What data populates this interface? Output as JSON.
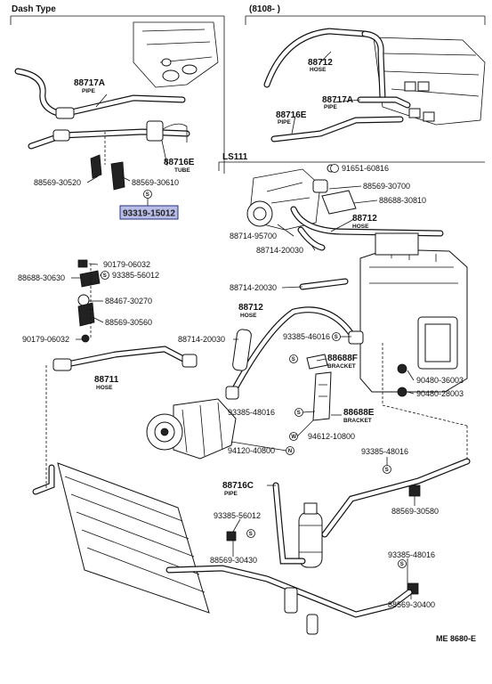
{
  "headers": {
    "dash_type": "Dash Type",
    "model_range": "(8108-      )",
    "ls111": "LS111"
  },
  "highlighted_part": "93319-15012",
  "footer_code": "ME  8680-E",
  "symbols": {
    "s": "S",
    "w": "W",
    "n": "N"
  },
  "labels": {
    "p88717A_top": {
      "num": "88717A",
      "name": "PIPE"
    },
    "p88716E_left": {
      "num": "88716E",
      "name": "TUBE"
    },
    "p88569_30520": {
      "num": "88569-30520"
    },
    "p88569_30610": {
      "num": "88569-30610"
    },
    "p88712_top": {
      "num": "88712",
      "name": "HOSE"
    },
    "p88717A_right": {
      "num": "88717A",
      "name": "PIPE"
    },
    "p88716E_right": {
      "num": "88716E",
      "name": "PIPE"
    },
    "p91651_60816": {
      "num": "91651-60816"
    },
    "p88569_30700": {
      "num": "88569-30700"
    },
    "p88688_30810": {
      "num": "88688-30810"
    },
    "p88712_mid": {
      "num": "88712",
      "name": "HOSE"
    },
    "p88714_95700": {
      "num": "88714-95700"
    },
    "p88714_20030_a": {
      "num": "88714-20030"
    },
    "p90179_06032_top": {
      "num": "90179-06032"
    },
    "p88688_30630": {
      "num": "88688-30630"
    },
    "p93385_56012_top": {
      "num": "93385-56012"
    },
    "p88467_30270": {
      "num": "88467-30270"
    },
    "p88569_30560": {
      "num": "88569-30560"
    },
    "p90179_06032_bot": {
      "num": "90179-06032"
    },
    "p88714_20030_b": {
      "num": "88714-20030"
    },
    "p88712_low": {
      "num": "88712",
      "name": "HOSE"
    },
    "p88714_20030_c": {
      "num": "88714-20030"
    },
    "p93385_46016": {
      "num": "93385-46016"
    },
    "p88688F": {
      "num": "88688F",
      "name": "BRACKET"
    },
    "p88711": {
      "num": "88711",
      "name": "HOSE"
    },
    "p90480_36003": {
      "num": "90480-36003"
    },
    "p90480_28003": {
      "num": "90480-28003"
    },
    "p93385_48016_a": {
      "num": "93385-48016"
    },
    "p88688E": {
      "num": "88688E",
      "name": "BRACKET"
    },
    "p94612_10800": {
      "num": "94612-10800"
    },
    "p94120_40800": {
      "num": "94120-40800"
    },
    "p93385_48016_b": {
      "num": "93385-48016"
    },
    "p88716C": {
      "num": "88716C",
      "name": "PIPE"
    },
    "p88569_30580": {
      "num": "88569-30580"
    },
    "p93385_56012_bot": {
      "num": "93385-56012"
    },
    "p88569_30430": {
      "num": "88569-30430"
    },
    "p93385_48016_c": {
      "num": "93385-48016"
    },
    "p88569_30400": {
      "num": "88569-30400"
    }
  }
}
